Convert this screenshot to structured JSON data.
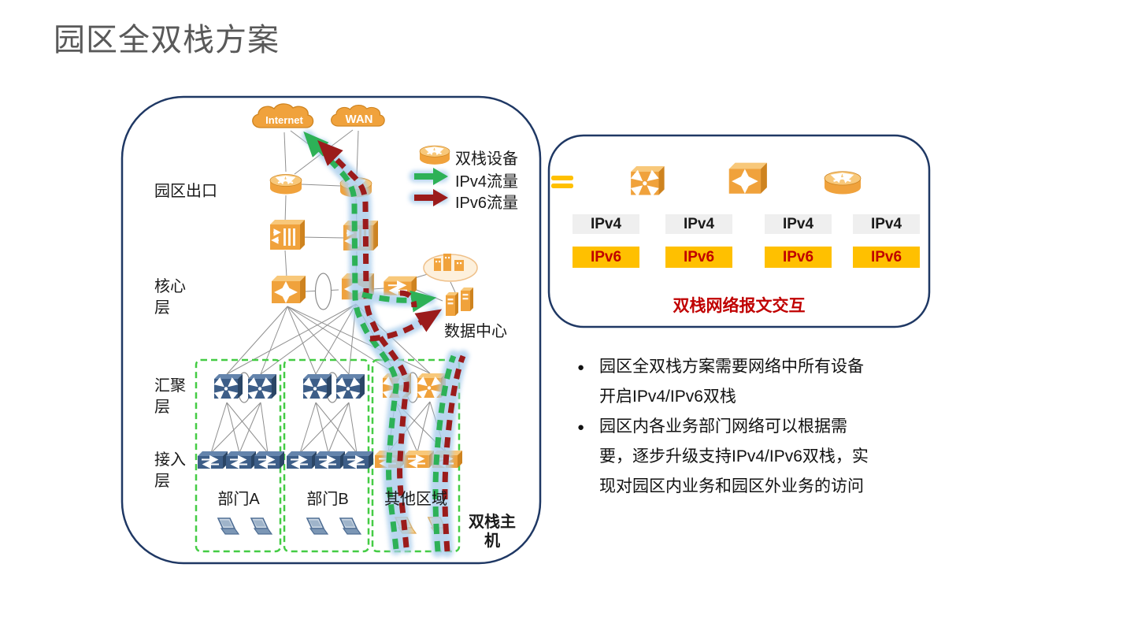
{
  "slide": {
    "title": "园区全双栈方案"
  },
  "diagram": {
    "clouds": [
      {
        "label": "Internet"
      },
      {
        "label": "WAN"
      }
    ],
    "layers": [
      {
        "label": "园区出口"
      },
      {
        "label": "核心层"
      },
      {
        "label": "汇聚层"
      },
      {
        "label": "接入层"
      }
    ],
    "legend": [
      {
        "icon": "dual-stack-router-icon",
        "label": "双栈设备"
      },
      {
        "icon": "ipv4-traffic-arrow-icon",
        "label": "IPv4流量",
        "color": "#2DB157"
      },
      {
        "icon": "ipv6-traffic-arrow-icon",
        "label": "IPv6流量",
        "color": "#9B1B1B"
      }
    ],
    "departments": [
      {
        "label": "部门A"
      },
      {
        "label": "部门B"
      },
      {
        "label": "其他区域"
      }
    ],
    "datacenter_label": "数据中心",
    "dual_stack_host_label": "双栈主机"
  },
  "panel": {
    "devices": [
      "equals-icon",
      "aggregation-switch-icon",
      "core-switch-icon",
      "router-icon"
    ],
    "stacks": [
      {
        "ipv4": "IPv4",
        "ipv6": "IPv6"
      },
      {
        "ipv4": "IPv4",
        "ipv6": "IPv6"
      },
      {
        "ipv4": "IPv4",
        "ipv6": "IPv6"
      },
      {
        "ipv4": "IPv4",
        "ipv6": "IPv6"
      }
    ],
    "caption": "双栈网络报文交互"
  },
  "bullets": [
    "园区全双栈方案需要网络中所有设备开启IPv4/IPv6双栈",
    "园区内各业务部门网络可以根据需要，逐步升级支持IPv4/IPv6双栈，实现对园区内业务和园区外业务的访问"
  ],
  "colors": {
    "ipv4_traffic": "#2DB157",
    "ipv6_traffic": "#9B1B1B",
    "glow_blue": "#A9CDEC",
    "accent_gold": "#FFC000",
    "accent_dark_red": "#C00000",
    "border_navy": "#1F3864",
    "device_orange": "#F0A23C",
    "device_blue": "#3D5E88",
    "department_box_green": "#44CC44",
    "title_gray": "#595959"
  }
}
